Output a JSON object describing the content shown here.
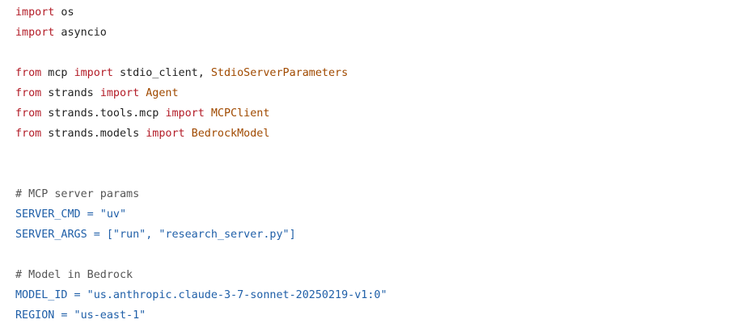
{
  "colors": {
    "keyword": "#b31d28",
    "class": "#a04a00",
    "variable": "#1f5fa8",
    "comment": "#555555",
    "text": "#222222",
    "background": "#ffffff"
  },
  "code": {
    "l1": {
      "kw": "import",
      "mod": " os"
    },
    "l2": {
      "kw": "import",
      "mod": " asyncio"
    },
    "l4": {
      "from": "from",
      "mod": " mcp ",
      "imp": "import",
      "name1": " stdio_client, ",
      "name2": "StdioServerParameters"
    },
    "l5": {
      "from": "from",
      "mod": " strands ",
      "imp": "import",
      "name": " Agent"
    },
    "l6": {
      "from": "from",
      "mod": " strands.tools.mcp ",
      "imp": "import",
      "name": " MCPClient"
    },
    "l7": {
      "from": "from",
      "mod": " strands.models ",
      "imp": "import",
      "name": " BedrockModel"
    },
    "l10": {
      "comment": "# MCP server params"
    },
    "l11": {
      "var": "SERVER_CMD = \"uv\""
    },
    "l12": {
      "var": "SERVER_ARGS = [\"run\", \"research_server.py\"]"
    },
    "l14": {
      "comment": "# Model in Bedrock"
    },
    "l15": {
      "var": "MODEL_ID = \"us.anthropic.claude-3-7-sonnet-20250219-v1:0\""
    },
    "l16": {
      "var": "REGION = \"us-east-1\""
    }
  }
}
